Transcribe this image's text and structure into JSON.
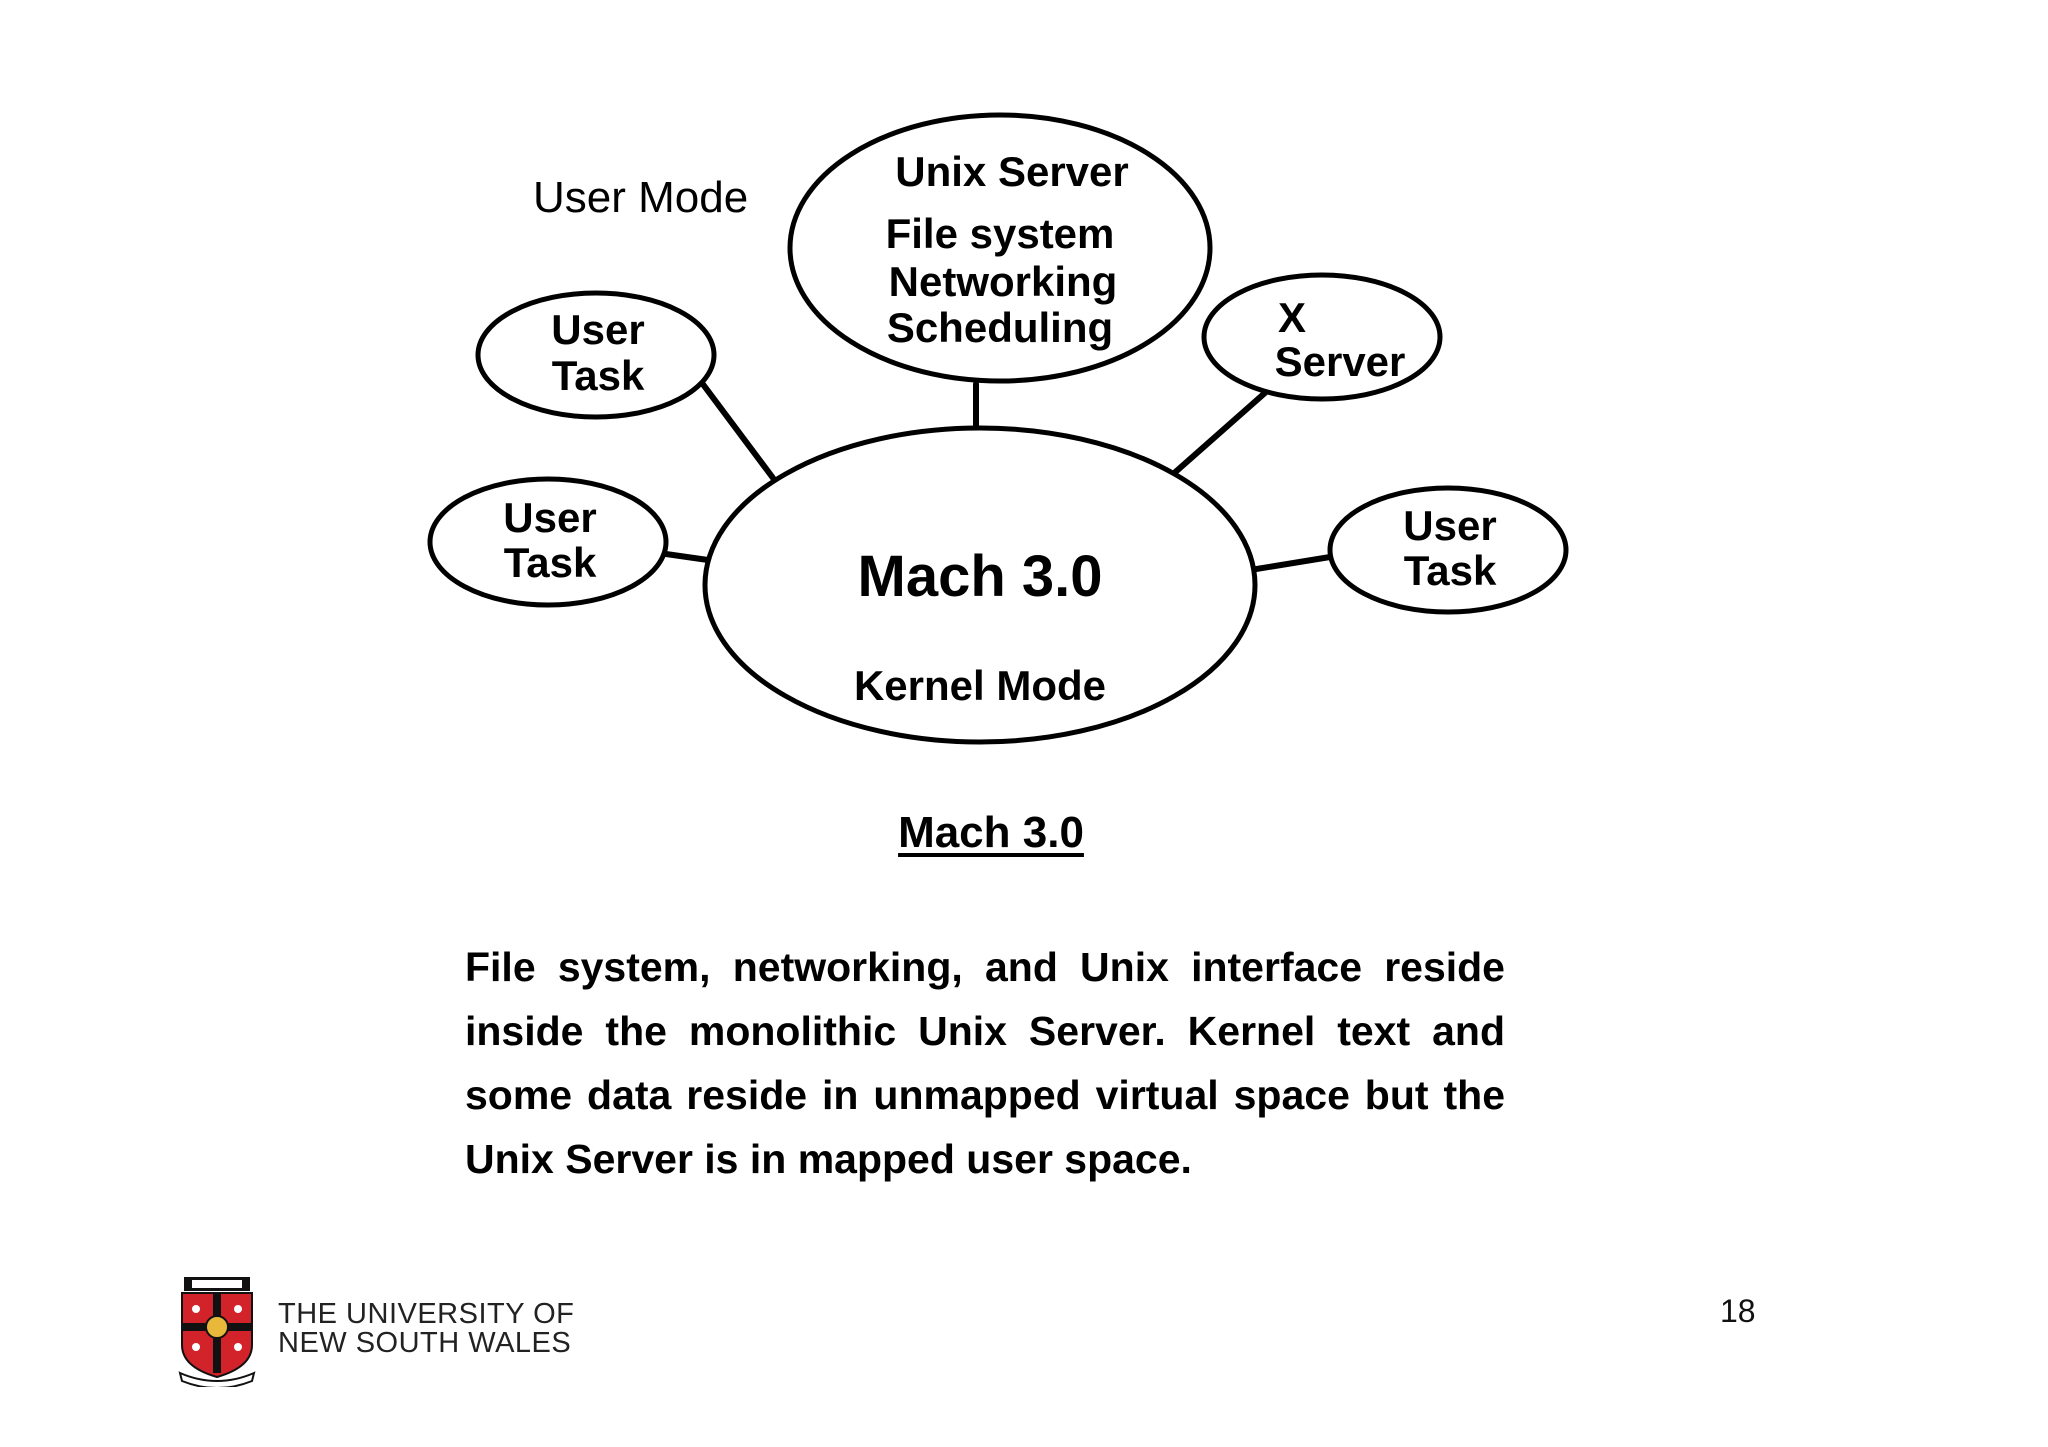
{
  "diagram": {
    "user_mode_label": "User Mode",
    "unix_server": {
      "title": "Unix Server",
      "lines": [
        "File system",
        "Networking",
        "Scheduling"
      ]
    },
    "kernel": {
      "title": "Mach 3.0",
      "subtitle": "Kernel Mode"
    },
    "x_server": {
      "lines": [
        "X",
        "Server"
      ]
    },
    "user_task_upper_left": {
      "lines": [
        "User",
        "Task"
      ]
    },
    "user_task_left": {
      "lines": [
        "User",
        "Task"
      ]
    },
    "user_task_right": {
      "lines": [
        "User",
        "Task"
      ]
    }
  },
  "caption": "Mach 3.0",
  "description": "File system, networking, and Unix interface reside inside the monolithic Unix Server. Kernel text and some data reside in unmapped virtual space but the Unix Server is in mapped user space.",
  "footer": {
    "university_line1": "THE UNIVERSITY OF",
    "university_line2": "NEW SOUTH WALES",
    "page_number": "18"
  },
  "colors": {
    "logo_red": "#d2232a",
    "logo_black": "#111111",
    "logo_gold": "#e8b83a"
  }
}
